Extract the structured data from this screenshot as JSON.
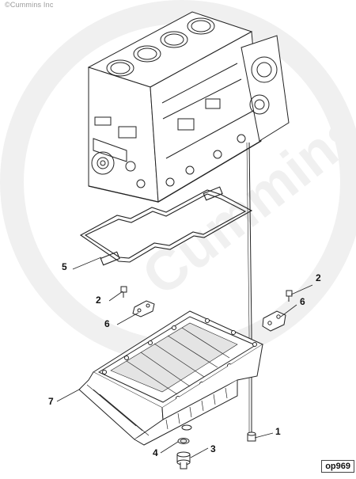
{
  "copyright": "©Cummins Inc",
  "watermark": "Cummins",
  "figure_id": "op969",
  "callouts": [
    {
      "number": "1"
    },
    {
      "number": "2"
    },
    {
      "number": "2"
    },
    {
      "number": "3"
    },
    {
      "number": "4"
    },
    {
      "number": "5"
    },
    {
      "number": "6"
    },
    {
      "number": "6"
    },
    {
      "number": "7"
    }
  ],
  "colors": {
    "line": "#222222",
    "watermark": "#efefef",
    "shade": "#d9d9d9"
  }
}
